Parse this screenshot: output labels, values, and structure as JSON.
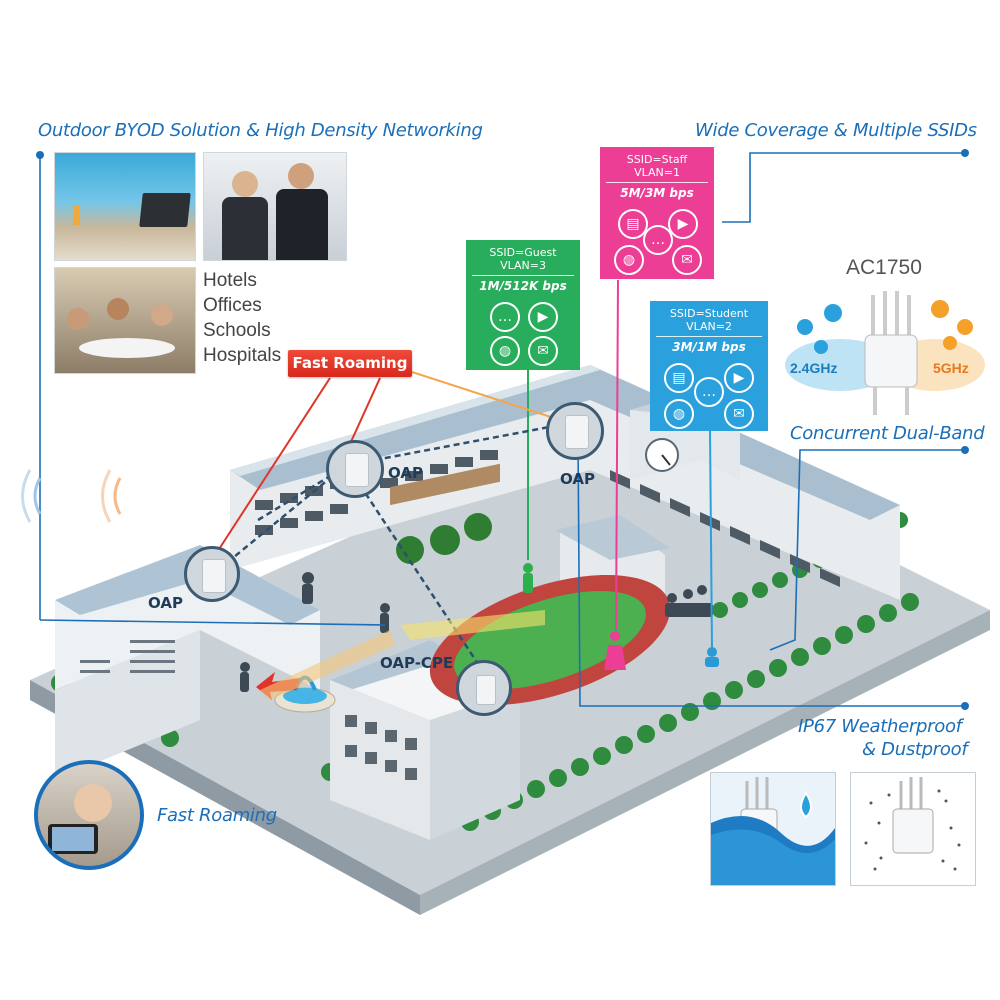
{
  "headings": {
    "byod": "Outdoor BYOD Solution & High Density Networking",
    "coverage": "Wide Coverage & Multiple SSIDs",
    "dualband": "Concurrent Dual-Band",
    "weatherproof_line1": "IP67 Weatherproof",
    "weatherproof_line2": "& Dustproof",
    "fast_roaming": "Fast Roaming"
  },
  "venues": [
    "Hotels",
    "Offices",
    "Schools",
    "Hospitals"
  ],
  "fast_roaming_badge": "Fast Roaming",
  "ssids": {
    "staff": {
      "ssid": "SSID=Staff",
      "vlan": "VLAN=1",
      "rate": "5M/3M bps",
      "color": "#ec3e95"
    },
    "guest": {
      "ssid": "SSID=Guest",
      "vlan": "VLAN=3",
      "rate": "1M/512K bps",
      "color": "#27ad5b"
    },
    "student": {
      "ssid": "SSID=Student",
      "vlan": "VLAN=2",
      "rate": "3M/1M bps",
      "color": "#2aa1dc"
    }
  },
  "product": {
    "model": "AC1750",
    "band_24": "2.4GHz",
    "band_5": "5GHz"
  },
  "access_points": {
    "oap_left": "OAP",
    "oap_center": "OAP",
    "oap_right": "OAP",
    "cpe": "OAP-CPE"
  },
  "colors": {
    "heading_blue": "#1b6fb8",
    "roaming_red": "#e0342a"
  }
}
